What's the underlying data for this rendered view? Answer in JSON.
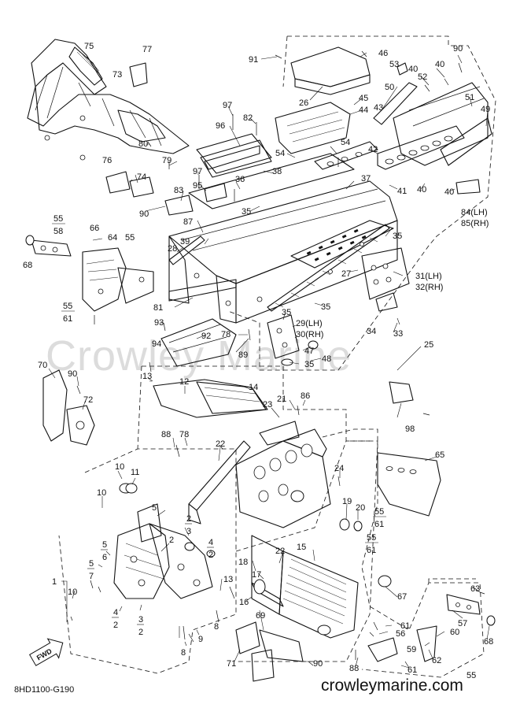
{
  "watermark": "Crowley Marine",
  "website": "crowleymarine.com",
  "diagram_code": "8HD1100-G190",
  "fwd_label": "FWD",
  "callouts": [
    {
      "id": "c75",
      "text": "75"
    },
    {
      "id": "c77",
      "text": "77"
    },
    {
      "id": "c73",
      "text": "73"
    },
    {
      "id": "c91",
      "text": "91"
    },
    {
      "id": "c46",
      "text": "46"
    },
    {
      "id": "c53",
      "text": "53"
    },
    {
      "id": "c90a",
      "text": "90"
    },
    {
      "id": "c40a",
      "text": "40"
    },
    {
      "id": "c40b",
      "text": "40"
    },
    {
      "id": "c52",
      "text": "52"
    },
    {
      "id": "c50",
      "text": "50"
    },
    {
      "id": "c51",
      "text": "51"
    },
    {
      "id": "c49",
      "text": "49"
    },
    {
      "id": "c26",
      "text": "26"
    },
    {
      "id": "c45",
      "text": "45"
    },
    {
      "id": "c44",
      "text": "44"
    },
    {
      "id": "c43",
      "text": "43"
    },
    {
      "id": "c97a",
      "text": "97"
    },
    {
      "id": "c82",
      "text": "82"
    },
    {
      "id": "c96",
      "text": "96"
    },
    {
      "id": "c80",
      "text": "80"
    },
    {
      "id": "c79",
      "text": "79"
    },
    {
      "id": "c76",
      "text": "76"
    },
    {
      "id": "c74",
      "text": "74"
    },
    {
      "id": "c54a",
      "text": "54"
    },
    {
      "id": "c54b",
      "text": "54"
    },
    {
      "id": "c42",
      "text": "42"
    },
    {
      "id": "c38",
      "text": "38"
    },
    {
      "id": "c97b",
      "text": "97"
    },
    {
      "id": "c95",
      "text": "95"
    },
    {
      "id": "c36",
      "text": "36"
    },
    {
      "id": "c37",
      "text": "37"
    },
    {
      "id": "c41",
      "text": "41"
    },
    {
      "id": "c40c",
      "text": "40"
    },
    {
      "id": "c40d",
      "text": "40"
    },
    {
      "id": "c83",
      "text": "83"
    },
    {
      "id": "c90b",
      "text": "90"
    },
    {
      "id": "c35a",
      "text": "35"
    },
    {
      "id": "c84",
      "text": "84(LH)"
    },
    {
      "id": "c85",
      "text": "85(RH)"
    },
    {
      "id": "c55a",
      "text": "55"
    },
    {
      "id": "c58",
      "text": "58"
    },
    {
      "id": "c66",
      "text": "66"
    },
    {
      "id": "c64",
      "text": "64"
    },
    {
      "id": "c55b",
      "text": "55"
    },
    {
      "id": "c68a",
      "text": "68"
    },
    {
      "id": "c35b",
      "text": "35"
    },
    {
      "id": "c39",
      "text": "39"
    },
    {
      "id": "c28",
      "text": "28"
    },
    {
      "id": "c87",
      "text": "87"
    },
    {
      "id": "c27",
      "text": "27"
    },
    {
      "id": "c31",
      "text": "31(LH)"
    },
    {
      "id": "c32",
      "text": "32(RH)"
    },
    {
      "id": "c55c",
      "text": "55"
    },
    {
      "id": "c61a",
      "text": "61"
    },
    {
      "id": "c81",
      "text": "81"
    },
    {
      "id": "c35c",
      "text": "35"
    },
    {
      "id": "c35d",
      "text": "35"
    },
    {
      "id": "c93",
      "text": "93"
    },
    {
      "id": "c92",
      "text": "92"
    },
    {
      "id": "c94",
      "text": "94"
    },
    {
      "id": "c78a",
      "text": "78"
    },
    {
      "id": "c89",
      "text": "89"
    },
    {
      "id": "c29",
      "text": "29(LH)"
    },
    {
      "id": "c30",
      "text": "30(RH)"
    },
    {
      "id": "c47",
      "text": "47"
    },
    {
      "id": "c48",
      "text": "48"
    },
    {
      "id": "c35e",
      "text": "35"
    },
    {
      "id": "c34",
      "text": "34"
    },
    {
      "id": "c33",
      "text": "33"
    },
    {
      "id": "c25",
      "text": "25"
    },
    {
      "id": "c70",
      "text": "70"
    },
    {
      "id": "c90c",
      "text": "90"
    },
    {
      "id": "c72",
      "text": "72"
    },
    {
      "id": "c13a",
      "text": "13"
    },
    {
      "id": "c12",
      "text": "12"
    },
    {
      "id": "c14",
      "text": "14"
    },
    {
      "id": "c86",
      "text": "86"
    },
    {
      "id": "c21",
      "text": "21"
    },
    {
      "id": "c23",
      "text": "23"
    },
    {
      "id": "c98",
      "text": "98"
    },
    {
      "id": "c88a",
      "text": "88"
    },
    {
      "id": "c78b",
      "text": "78"
    },
    {
      "id": "c22a",
      "text": "22"
    },
    {
      "id": "c65",
      "text": "65"
    },
    {
      "id": "c24",
      "text": "24"
    },
    {
      "id": "c10a",
      "text": "10"
    },
    {
      "id": "c11",
      "text": "11"
    },
    {
      "id": "c10b",
      "text": "10"
    },
    {
      "id": "c5a",
      "text": "5"
    },
    {
      "id": "c19",
      "text": "19"
    },
    {
      "id": "c20",
      "text": "20"
    },
    {
      "id": "c55d",
      "text": "55"
    },
    {
      "id": "c61b",
      "text": "61"
    },
    {
      "id": "c2a",
      "text": "2"
    },
    {
      "id": "c3a",
      "text": "3"
    },
    {
      "id": "c2b",
      "text": "2"
    },
    {
      "id": "c4a",
      "text": "4"
    },
    {
      "id": "c5b",
      "text": "5"
    },
    {
      "id": "c6",
      "text": "6"
    },
    {
      "id": "c2c",
      "text": "2"
    },
    {
      "id": "c55e",
      "text": "55"
    },
    {
      "id": "c61c",
      "text": "61"
    },
    {
      "id": "c1",
      "text": "1"
    },
    {
      "id": "c5c",
      "text": "5"
    },
    {
      "id": "c7",
      "text": "7"
    },
    {
      "id": "c22b",
      "text": "22"
    },
    {
      "id": "c15",
      "text": "15"
    },
    {
      "id": "c18",
      "text": "18"
    },
    {
      "id": "c17",
      "text": "17"
    },
    {
      "id": "c13b",
      "text": "13"
    },
    {
      "id": "c10c",
      "text": "10"
    },
    {
      "id": "c16",
      "text": "16"
    },
    {
      "id": "c67",
      "text": "67"
    },
    {
      "id": "c4b",
      "text": "4"
    },
    {
      "id": "c2d",
      "text": "2"
    },
    {
      "id": "c3b",
      "text": "3"
    },
    {
      "id": "c2e",
      "text": "2"
    },
    {
      "id": "c8a",
      "text": "8"
    },
    {
      "id": "c9",
      "text": "9"
    },
    {
      "id": "c69",
      "text": "69"
    },
    {
      "id": "c63",
      "text": "63"
    },
    {
      "id": "c57",
      "text": "57"
    },
    {
      "id": "c68b",
      "text": "68"
    },
    {
      "id": "c61d",
      "text": "61"
    },
    {
      "id": "c56",
      "text": "56"
    },
    {
      "id": "c60",
      "text": "60"
    },
    {
      "id": "c59",
      "text": "59"
    },
    {
      "id": "c62",
      "text": "62"
    },
    {
      "id": "c8b",
      "text": "8"
    },
    {
      "id": "c71",
      "text": "71"
    },
    {
      "id": "c90d",
      "text": "90"
    },
    {
      "id": "c88b",
      "text": "88"
    },
    {
      "id": "c61e",
      "text": "61"
    },
    {
      "id": "c55f",
      "text": "55"
    }
  ]
}
